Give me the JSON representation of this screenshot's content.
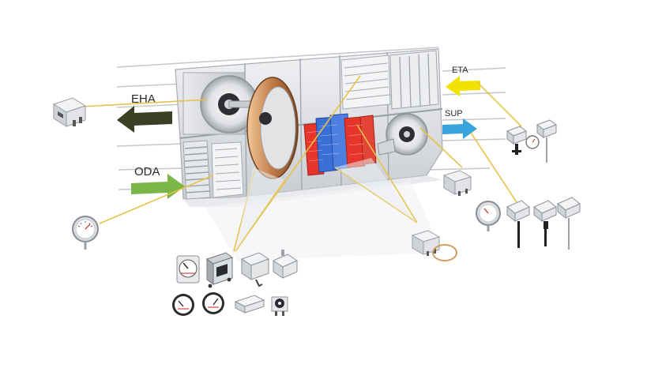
{
  "airflows": {
    "eha": {
      "label": "EHA",
      "color": "#3b3f26"
    },
    "oda": {
      "label": "ODA",
      "color": "#7ab648"
    },
    "eta": {
      "label": "ETA",
      "color": "#f2e200"
    },
    "sup": {
      "label": "SUP",
      "color": "#3aa3dc"
    }
  },
  "colors": {
    "callout_line": "#e6c34a",
    "coil_hot": "#e8352b",
    "coil_cold": "#3b6fd8",
    "housing": "#d9dadd",
    "frame": "#b8bbc0"
  },
  "sensors": [
    {
      "name": "pressure-transmitter-icon"
    },
    {
      "name": "dial-thermometer-icon"
    },
    {
      "name": "differential-pressure-switch-icon"
    },
    {
      "name": "duct-temperature-sensor-icon"
    },
    {
      "name": "differential-pressure-gauge-icon"
    },
    {
      "name": "frost-protection-thermostat-icon"
    }
  ]
}
